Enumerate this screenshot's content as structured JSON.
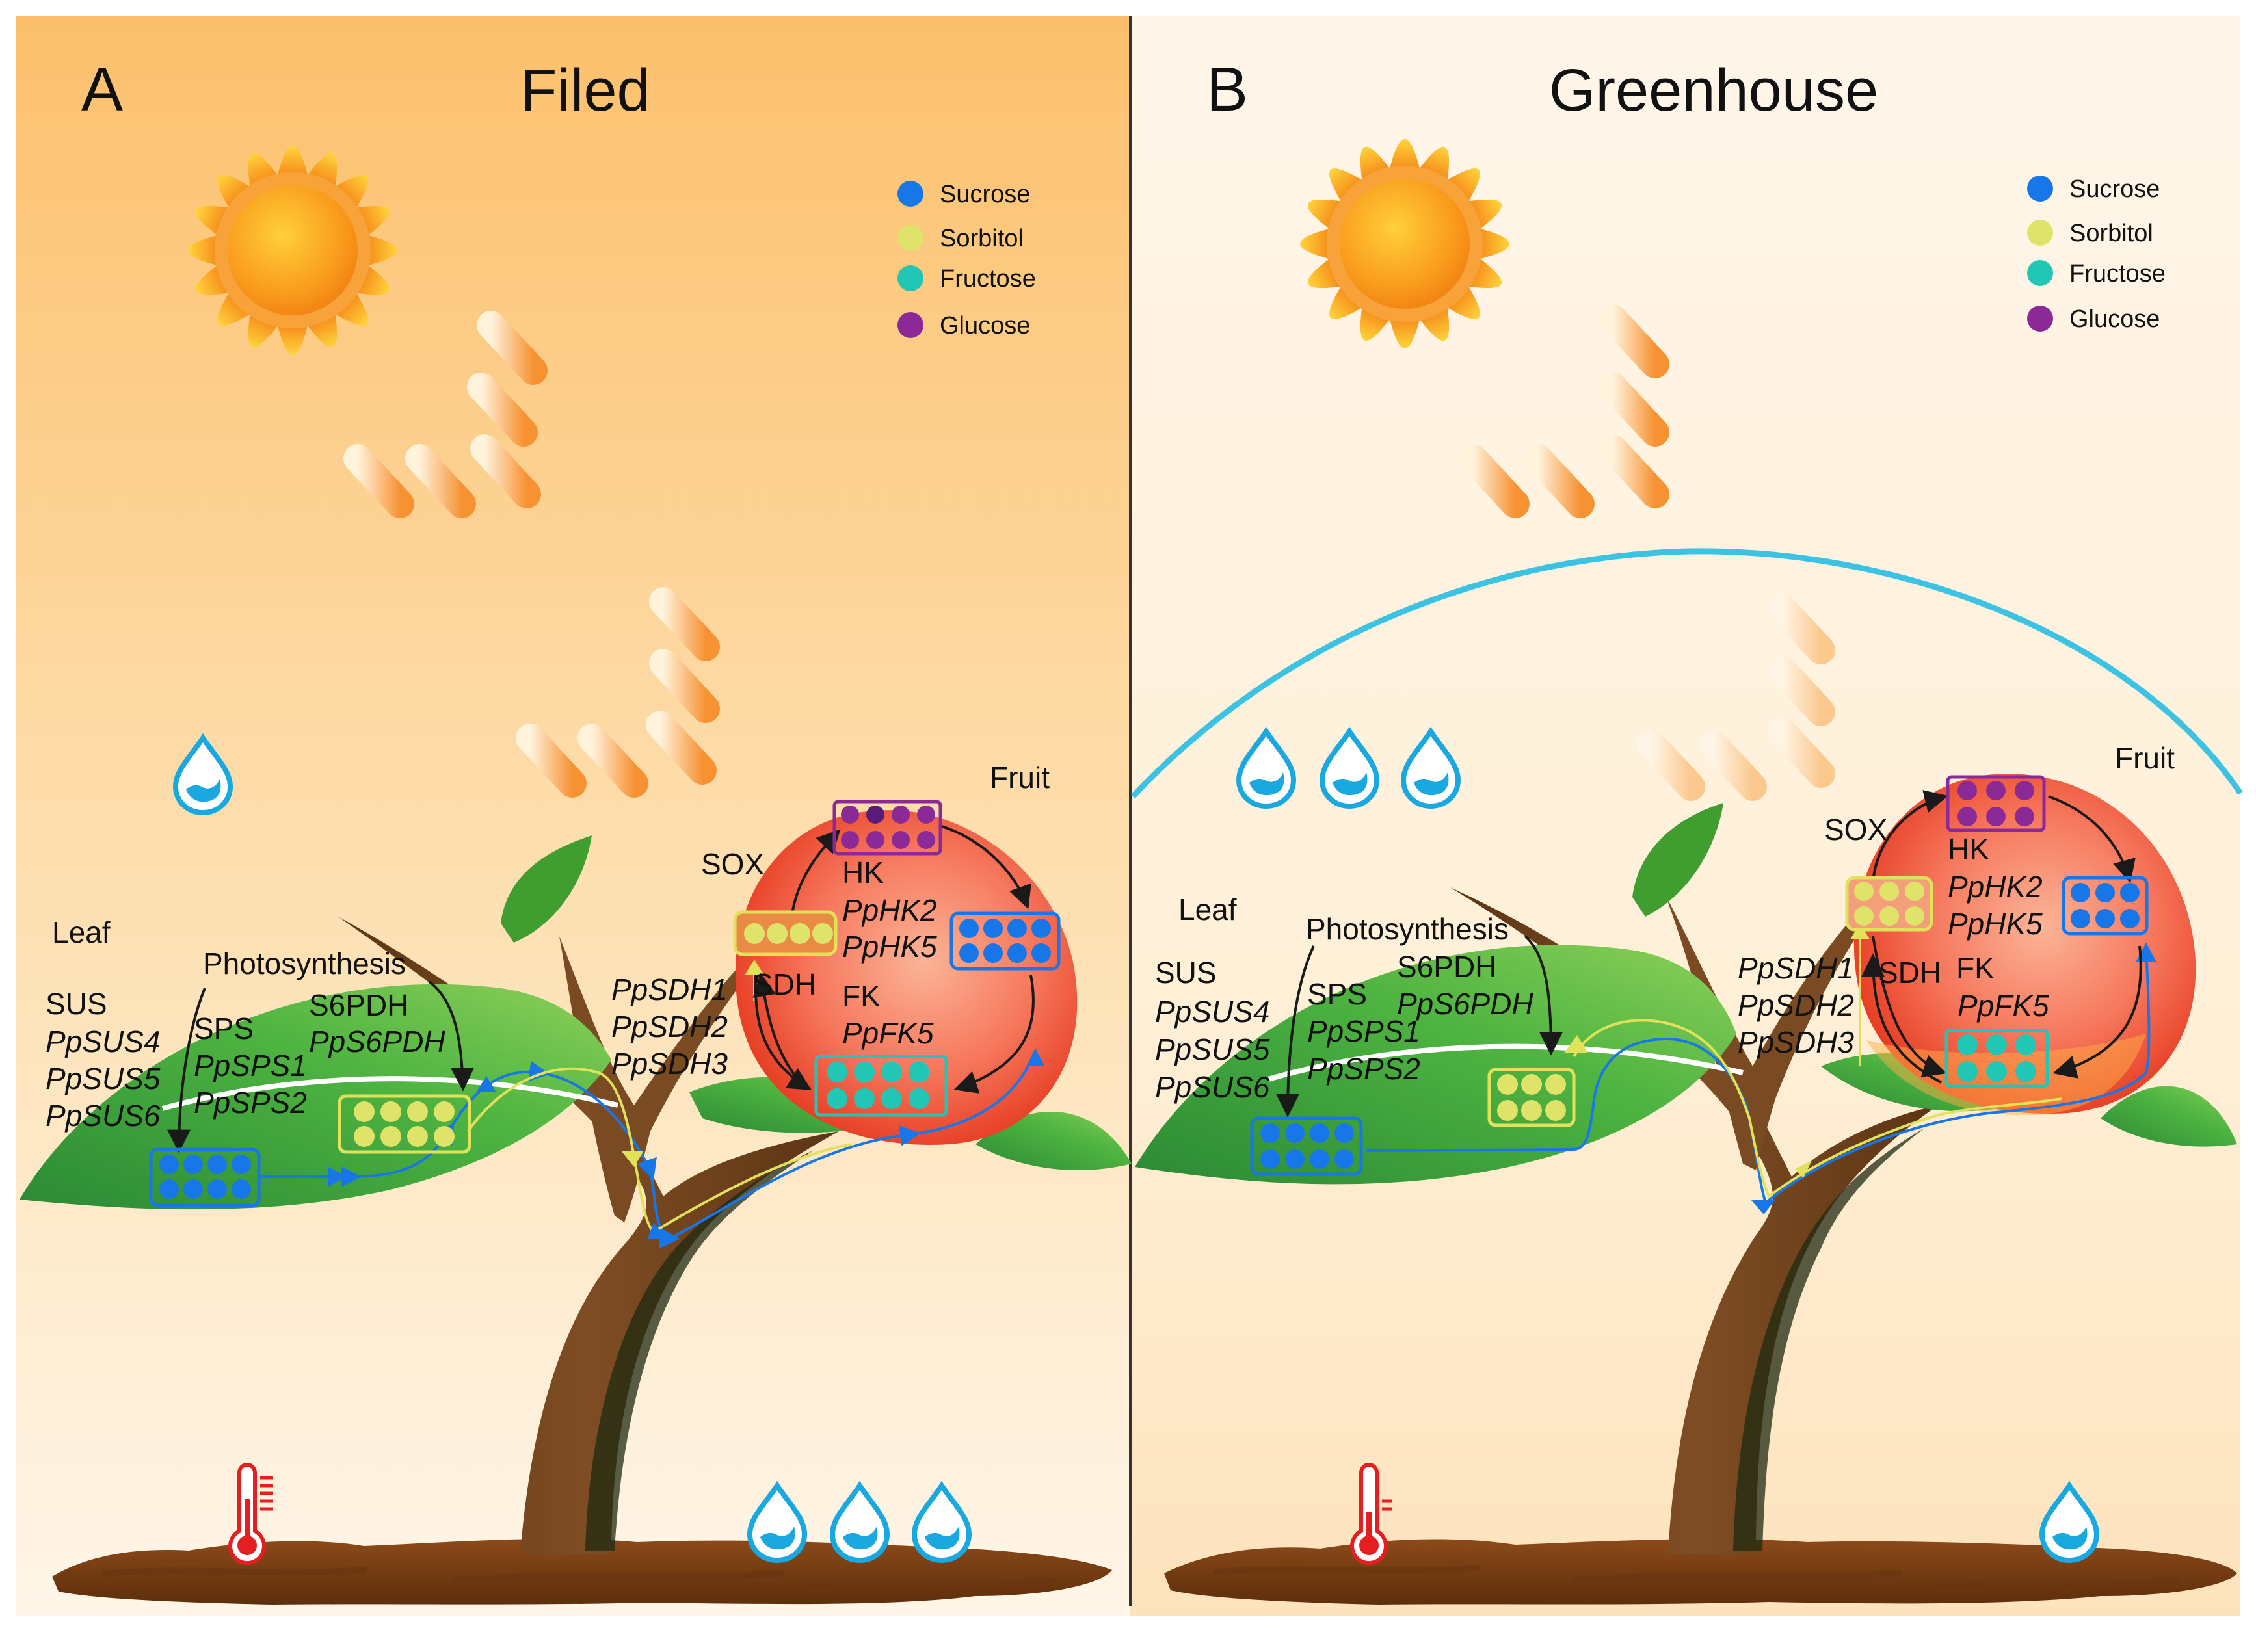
{
  "legend_items": {
    "sucrose": {
      "label": "Sucrose",
      "color": "#1877e8"
    },
    "sorbitol": {
      "label": "Sorbitol",
      "color": "#dfe36a"
    },
    "fructose": {
      "label": "Fructose",
      "color": "#22c6b4"
    },
    "glucose": {
      "label": "Glucose",
      "color": "#8b2a96"
    }
  },
  "panel_a": {
    "letter": "A",
    "title": "Filed",
    "leaf": "Leaf",
    "photosynthesis": "Photosynthesis",
    "fruit": "Fruit",
    "sus": "SUS",
    "sus_genes": [
      "PpSUS4",
      "PpSUS5",
      "PpSUS6"
    ],
    "sps": "SPS",
    "sps_genes": [
      "PpSPS1",
      "PpSPS2"
    ],
    "s6pdh": "S6PDH",
    "s6pdh_gene": "PpS6PDH",
    "sdh_genes": [
      "PpSDH1",
      "PpSDH2",
      "PpSDH3"
    ],
    "sdh": "SDH",
    "sox": "SOX",
    "hk": "HK",
    "hk_genes": [
      "PpHK2",
      "PpHK5"
    ],
    "fk": "FK",
    "fk_gene": "PpFK5"
  },
  "panel_b": {
    "letter": "B",
    "title": "Greenhouse",
    "leaf": "Leaf",
    "photosynthesis": "Photosynthesis",
    "fruit": "Fruit",
    "sus": "SUS",
    "sus_genes": [
      "PpSUS4",
      "PpSUS5",
      "PpSUS6"
    ],
    "sps": "SPS",
    "sps_genes": [
      "PpSPS1",
      "PpSPS2"
    ],
    "s6pdh": "S6PDH",
    "s6pdh_gene": "PpS6PDH",
    "sdh_genes": [
      "PpSDH1",
      "PpSDH2",
      "PpSDH3"
    ],
    "sdh": "SDH",
    "sox": "SOX",
    "hk": "HK",
    "hk_genes": [
      "PpHK2",
      "PpHK5"
    ],
    "fk": "FK",
    "fk_gene": "PpFK5"
  }
}
